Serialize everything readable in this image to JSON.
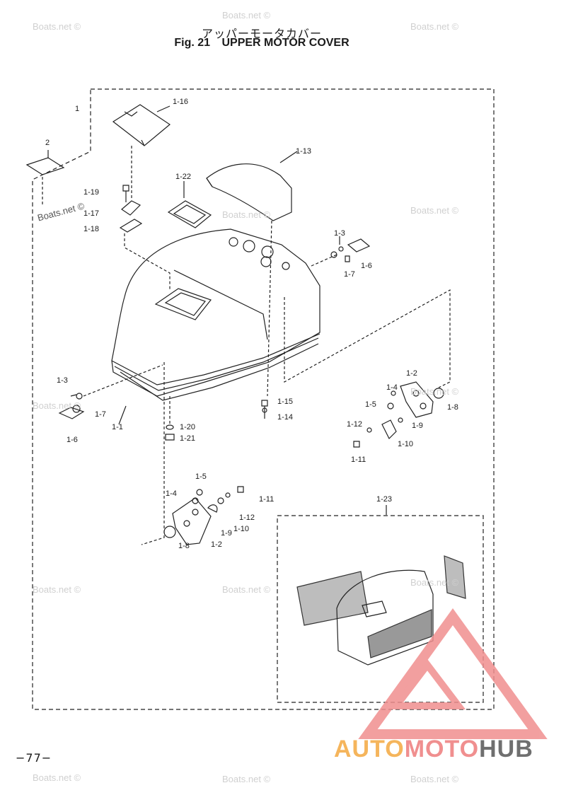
{
  "header": {
    "title_jp": "アッパーモータカバー",
    "fig_label": "Fig. 21",
    "title_en": "UPPER MOTOR COVER"
  },
  "page_number": "−77−",
  "watermark": "Boats.net ©",
  "brand": {
    "part1": "AUTO",
    "part2": "MOTO",
    "part3": "HUB",
    "colors": [
      "#f5b55c",
      "#f08f8f",
      "#6f6f6f"
    ]
  },
  "labels": {
    "l1": "1",
    "l2": "2",
    "l1_16": "1-16",
    "l1_13": "1-13",
    "l1_22": "1-22",
    "l1_19": "1-19",
    "l1_17": "1-17",
    "l1_18": "1-18",
    "l1_3a": "1-3",
    "l1_6a": "1-6",
    "l1_7a": "1-7",
    "l1_3b": "1-3",
    "l1_7b": "1-7",
    "l1_6b": "1-6",
    "l1_1": "1-1",
    "l1_15": "1-15",
    "l1_14": "1-14",
    "l1_20": "1-20",
    "l1_21": "1-21",
    "l1_2a": "1-2",
    "l1_4a": "1-4",
    "l1_5a": "1-5",
    "l1_8a": "1-8",
    "l1_9a": "1-9",
    "l1_12a": "1-12",
    "l1_10a": "1-10",
    "l1_11a": "1-11",
    "l1_5b": "1-5",
    "l1_4b": "1-4",
    "l1_11b": "1-11",
    "l1_12b": "1-12",
    "l1_10b": "1-10",
    "l1_9b": "1-9",
    "l1_8b": "1-8",
    "l1_2b": "1-2",
    "l1_23": "1-23"
  }
}
